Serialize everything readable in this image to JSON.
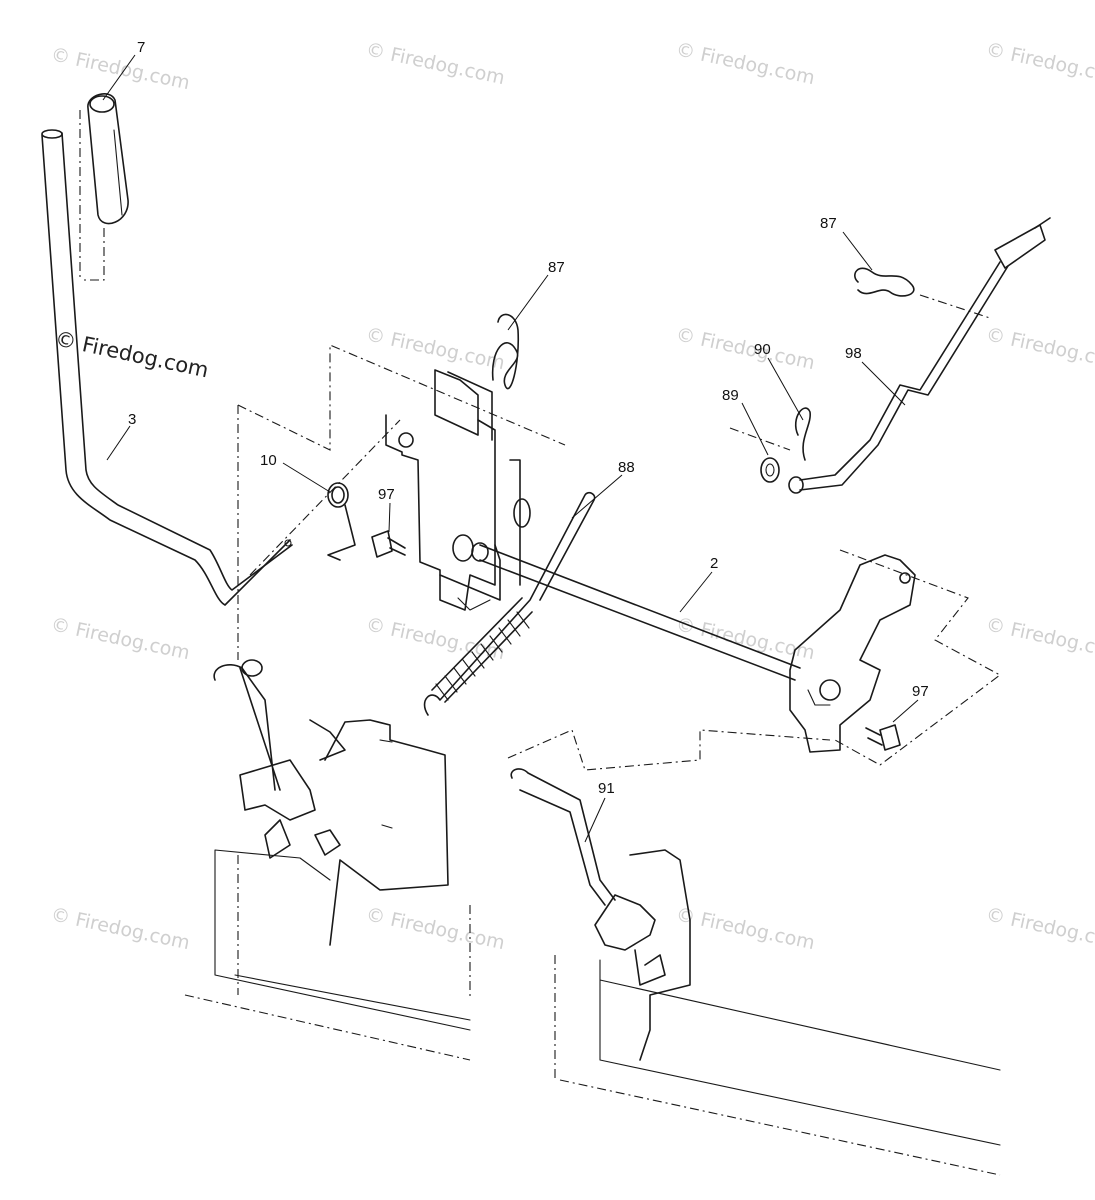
{
  "watermarks": {
    "faint_text": "© Firedog.com",
    "main_text": "© Firedog.com"
  },
  "callouts": [
    {
      "id": "7",
      "label": "7"
    },
    {
      "id": "87a",
      "label": "87"
    },
    {
      "id": "87b",
      "label": "87"
    },
    {
      "id": "90",
      "label": "90"
    },
    {
      "id": "98",
      "label": "98"
    },
    {
      "id": "89",
      "label": "89"
    },
    {
      "id": "3",
      "label": "3"
    },
    {
      "id": "10",
      "label": "10"
    },
    {
      "id": "97a",
      "label": "97"
    },
    {
      "id": "88",
      "label": "88"
    },
    {
      "id": "2",
      "label": "2"
    },
    {
      "id": "97b",
      "label": "97"
    },
    {
      "id": "91",
      "label": "91"
    }
  ]
}
